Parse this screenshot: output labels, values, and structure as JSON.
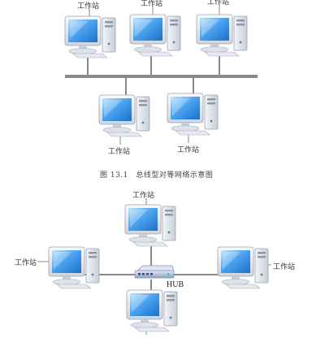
{
  "colors": {
    "line": "#8a8a8a",
    "screen": "#3d8fe0",
    "case": "#eef1f5",
    "hub": "#a9b6d6"
  },
  "diagram1": {
    "node_label": "工作站",
    "caption": "图 13.1　总线型对等网络示意图"
  },
  "diagram2": {
    "node_label": "工作站",
    "hub_label": "HUB"
  }
}
